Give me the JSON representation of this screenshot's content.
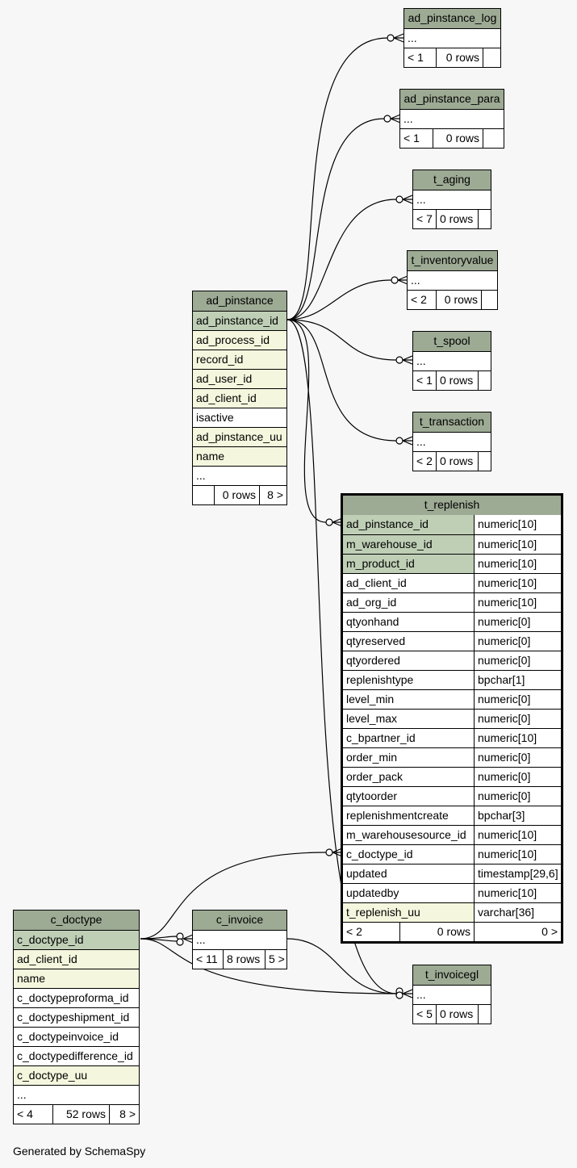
{
  "tables": {
    "ad_pinstance_log": {
      "name": "ad_pinstance_log",
      "col": "...",
      "parents": "< 1",
      "rows": "0 rows",
      "children": ""
    },
    "ad_pinstance_para": {
      "name": "ad_pinstance_para",
      "col": "...",
      "parents": "< 1",
      "rows": "0 rows",
      "children": ""
    },
    "t_aging": {
      "name": "t_aging",
      "col": "...",
      "parents": "< 7",
      "rows": "0 rows",
      "children": ""
    },
    "t_inventoryvalue": {
      "name": "t_inventoryvalue",
      "col": "...",
      "parents": "< 2",
      "rows": "0 rows",
      "children": ""
    },
    "t_spool": {
      "name": "t_spool",
      "col": "...",
      "parents": "< 1",
      "rows": "0 rows",
      "children": ""
    },
    "t_transaction": {
      "name": "t_transaction",
      "col": "...",
      "parents": "< 2",
      "rows": "0 rows",
      "children": ""
    },
    "ad_pinstance": {
      "name": "ad_pinstance",
      "columns": [
        "ad_pinstance_id",
        "ad_process_id",
        "record_id",
        "ad_user_id",
        "ad_client_id",
        "isactive",
        "ad_pinstance_uu",
        "name",
        "..."
      ],
      "parents": "",
      "rows": "0 rows",
      "children": "8 >"
    },
    "t_replenish": {
      "name": "t_replenish",
      "columns": [
        {
          "name": "ad_pinstance_id",
          "type": "numeric[10]"
        },
        {
          "name": "m_warehouse_id",
          "type": "numeric[10]"
        },
        {
          "name": "m_product_id",
          "type": "numeric[10]"
        },
        {
          "name": "ad_client_id",
          "type": "numeric[10]"
        },
        {
          "name": "ad_org_id",
          "type": "numeric[10]"
        },
        {
          "name": "qtyonhand",
          "type": "numeric[0]"
        },
        {
          "name": "qtyreserved",
          "type": "numeric[0]"
        },
        {
          "name": "qtyordered",
          "type": "numeric[0]"
        },
        {
          "name": "replenishtype",
          "type": "bpchar[1]"
        },
        {
          "name": "level_min",
          "type": "numeric[0]"
        },
        {
          "name": "level_max",
          "type": "numeric[0]"
        },
        {
          "name": "c_bpartner_id",
          "type": "numeric[10]"
        },
        {
          "name": "order_min",
          "type": "numeric[0]"
        },
        {
          "name": "order_pack",
          "type": "numeric[0]"
        },
        {
          "name": "qtytoorder",
          "type": "numeric[0]"
        },
        {
          "name": "replenishmentcreate",
          "type": "bpchar[3]"
        },
        {
          "name": "m_warehousesource_id",
          "type": "numeric[10]"
        },
        {
          "name": "c_doctype_id",
          "type": "numeric[10]"
        },
        {
          "name": "updated",
          "type": "timestamp[29,6]"
        },
        {
          "name": "updatedby",
          "type": "numeric[10]"
        },
        {
          "name": "t_replenish_uu",
          "type": "varchar[36]"
        }
      ],
      "parents": "< 2",
      "rows": "0 rows",
      "children": "0 >"
    },
    "c_doctype": {
      "name": "c_doctype",
      "columns": [
        "c_doctype_id",
        "ad_client_id",
        "name",
        "c_doctypeproforma_id",
        "c_doctypeshipment_id",
        "c_doctypeinvoice_id",
        "c_doctypedifference_id",
        "c_doctype_uu",
        "..."
      ],
      "parents": "< 4",
      "rows": "52 rows",
      "children": "8 >"
    },
    "c_invoice": {
      "name": "c_invoice",
      "col": "...",
      "parents": "< 11",
      "rows": "8 rows",
      "children": "5 >"
    },
    "t_invoicegl": {
      "name": "t_invoicegl",
      "col": "...",
      "parents": "< 5",
      "rows": "0 rows",
      "children": ""
    }
  },
  "footer": "Generated by SchemaSpy",
  "colors": {
    "header": "#9daa94",
    "primary_key": "#bfcfb6",
    "indexed": "#f4f7dd",
    "background": "#f7f7f7"
  }
}
